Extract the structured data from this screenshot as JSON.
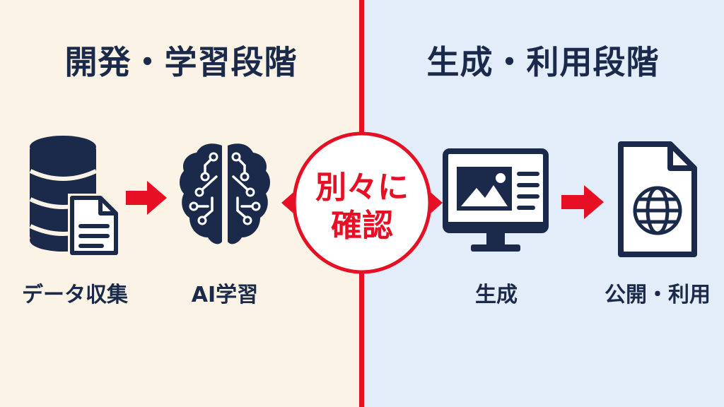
{
  "left_panel": {
    "heading": "開発・学習段階",
    "steps": [
      {
        "label": "データ収集",
        "icon": "database-document-icon"
      },
      {
        "label": "AI学習",
        "icon": "brain-circuit-icon"
      }
    ]
  },
  "right_panel": {
    "heading": "生成・利用段階",
    "steps": [
      {
        "label": "生成",
        "icon": "monitor-image-icon"
      },
      {
        "label": "公開・利用",
        "icon": "globe-document-icon"
      }
    ]
  },
  "center_badge": {
    "line1": "別々に",
    "line2": "確認"
  },
  "colors": {
    "accent_red": "#e60f24",
    "navy": "#1b2a4a",
    "left_bg": "#fbf3e5",
    "right_bg": "#e2edf9"
  }
}
